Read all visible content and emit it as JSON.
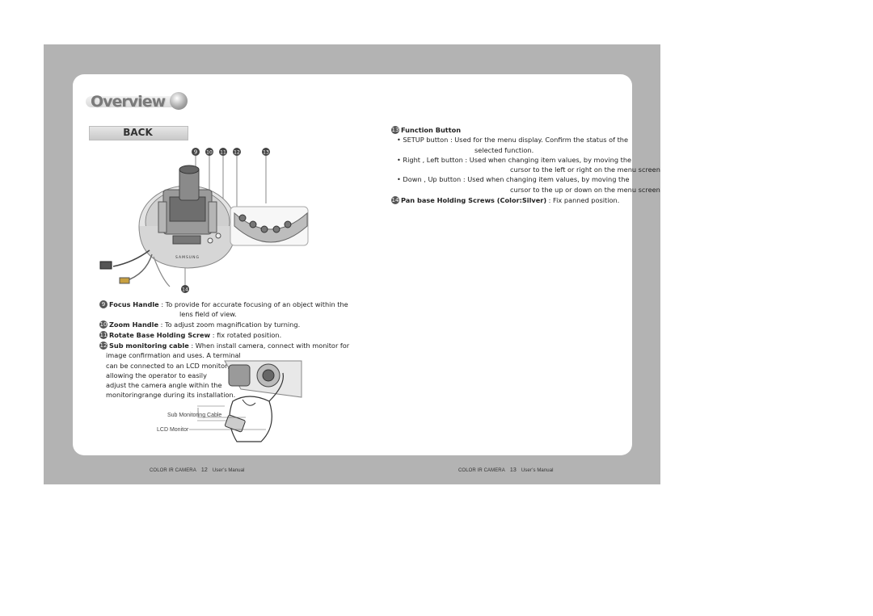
{
  "header": {
    "title": "Overview",
    "section": "BACK"
  },
  "left": {
    "callouts": [
      "9",
      "10",
      "11",
      "12",
      "13",
      "14"
    ],
    "items": [
      {
        "num": "9",
        "term": "Focus Handle",
        "desc": " : To provide for accurate focusing of an object within the",
        "cont": "lens field of view."
      },
      {
        "num": "10",
        "term": "Zoom Handle",
        "desc": " : To adjust zoom magnification by turning."
      },
      {
        "num": "11",
        "term": "Rotate Base Holding Screw",
        "desc": " : fix rotated position."
      },
      {
        "num": "12",
        "term": "Sub monitoring cable",
        "desc": " : When install camera, connect with monitor for",
        "cont_lines": [
          "image confirmation and uses. A terminal",
          "can be connected to an LCD monitor,",
          "allowing the operator to easily",
          "adjust the camera angle within the",
          "monitoringrange during its installation."
        ]
      }
    ],
    "captions": {
      "cable": "Sub Monitoring Cable",
      "lcd": "LCD Monitor"
    },
    "brand_on_device": "SAMSUNG"
  },
  "right": {
    "function_button": {
      "num": "13",
      "heading": "Function Button",
      "bullets": [
        {
          "text": "• SETUP button : Used for the menu display. Confirm the status of the",
          "cont": "selected function."
        },
        {
          "text": "• Right , Left button : Used when changing item values, by moving the",
          "cont": "cursor to the left or right on the menu screen"
        },
        {
          "text": "• Down , Up button : Used when changing item values, by moving the",
          "cont": "cursor to the up or down on the menu screen"
        }
      ]
    },
    "pan_base": {
      "num": "14",
      "term": "Pan base Holding Screws (Color:Silver)",
      "desc": " : Fix panned position."
    }
  },
  "footer": {
    "left": {
      "product": "COLOR IR CAMERA",
      "page": "12",
      "manual": "User’s Manual"
    },
    "right": {
      "product": "COLOR IR CAMERA",
      "page": "13",
      "manual": "User’s Manual"
    }
  },
  "colors": {
    "background": "#b3b3b3",
    "panel": "#ffffff",
    "title": "#7a7a7a"
  }
}
